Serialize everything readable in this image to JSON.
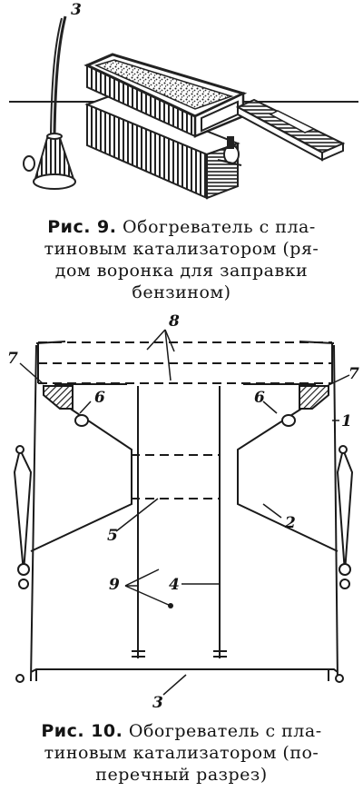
{
  "figure9": {
    "label_number": "3",
    "caption_lead": "Рис. 9.",
    "caption_lines": [
      "Обогреватель с пла-",
      "тиновым катализатором (ря-",
      "дом воронка для заправки",
      "бензином)"
    ]
  },
  "figure10": {
    "labels": {
      "l1": "1",
      "l2": "2",
      "l3": "3",
      "l4": "4",
      "l5": "5",
      "l6a": "6",
      "l6b": "6",
      "l7a": "7",
      "l7b": "7",
      "l8": "8",
      "l9": "9"
    },
    "caption_lead": "Рис. 10.",
    "caption_lines": [
      "Обогреватель с пла-",
      "тиновым катализатором (по-",
      "перечный разрез)"
    ]
  }
}
